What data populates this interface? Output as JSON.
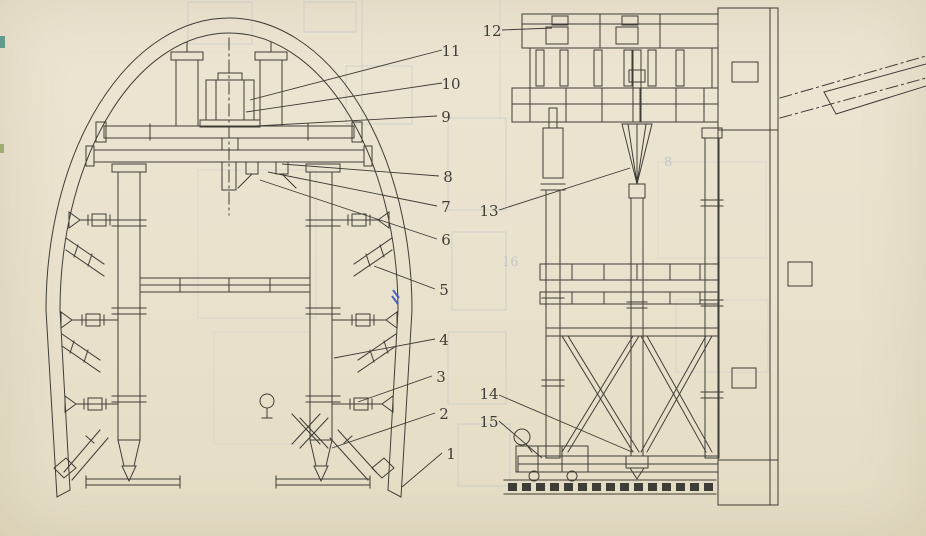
{
  "callouts": [
    "1",
    "2",
    "3",
    "4",
    "5",
    "6",
    "7",
    "8",
    "9",
    "10",
    "11",
    "12",
    "13",
    "14",
    "15"
  ],
  "bleed_text": [
    "16",
    "8"
  ],
  "colors": {
    "paper": "#e9e2cd",
    "ink": "#3f3d37",
    "bleed": "#b6bfc9",
    "accent": "#2e4fbf"
  }
}
